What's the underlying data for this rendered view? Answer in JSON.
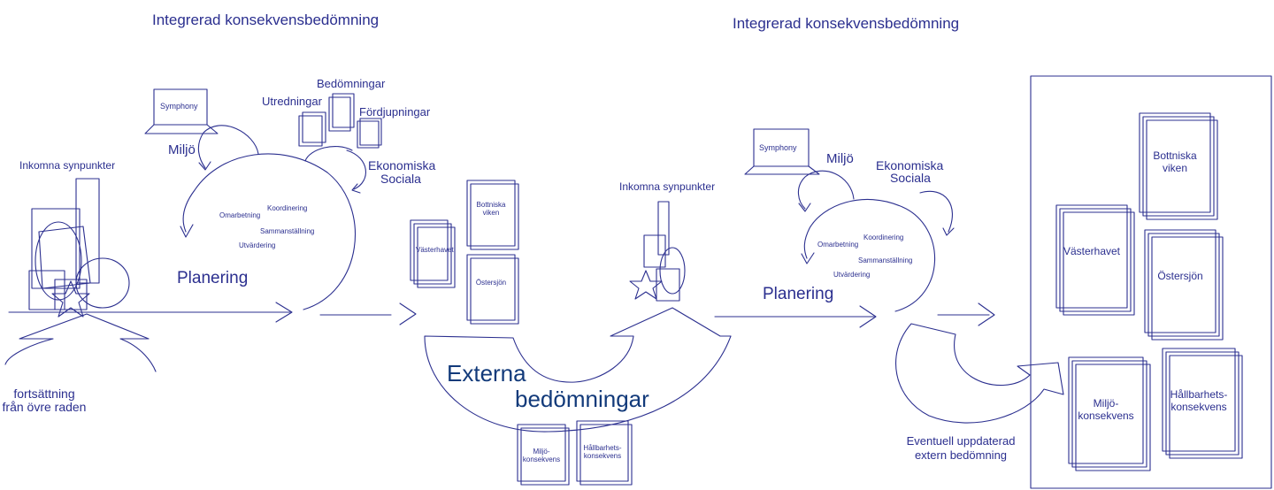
{
  "left": {
    "title": "Integrerad konsekvensbedömning",
    "symphony": "Symphony",
    "miljo": "Miljö",
    "utredningar": "Utredningar",
    "bedomningar": "Bedömningar",
    "fordjupningar": "Fördjupningar",
    "ekonomiska": "Ekonomiska",
    "sociala": "Sociala",
    "inkomna": "Inkomna synpunkter",
    "koordinering": "Koordinering",
    "omarbetning": "Omarbetning",
    "sammanstallning": "Sammanställning",
    "utvardering": "Utvärdering",
    "planering": "Planering",
    "continuation_line1": "fortsättning",
    "continuation_line2": "från övre raden"
  },
  "middle": {
    "vasterhavet": "Västerhavet",
    "bottniska_line1": "Bottniska",
    "bottniska_line2": "viken",
    "ostersjon": "Östersjön",
    "externa_line1": "Externa",
    "externa_line2": "bedömningar",
    "miljo_kons_line1": "Miljö-",
    "miljo_kons_line2": "konsekvens",
    "hallbarhets_line1": "Hållbarhets-",
    "hallbarhets_line2": "konsekvens",
    "inkomna": "Inkomna synpunkter"
  },
  "right": {
    "title": "Integrerad konsekvensbedömning",
    "symphony": "Symphony",
    "miljo": "Miljö",
    "ekonomiska": "Ekonomiska",
    "sociala": "Sociala",
    "koordinering": "Koordinering",
    "omarbetning": "Omarbetning",
    "sammanstallning": "Sammanställning",
    "utvardering": "Utvärdering",
    "planering": "Planering",
    "eventuell_line1": "Eventuell uppdaterad",
    "eventuell_line2": "extern bedömning",
    "bottniska_line1": "Bottniska",
    "bottniska_line2": "viken",
    "vasterhavet": "Västerhavet",
    "ostersjon": "Östersjön",
    "miljo_kons_line1": "Miljö-",
    "miljo_kons_line2": "konsekvens",
    "hallbarhets_line1": "Hållbarhets-",
    "hallbarhets_line2": "konsekvens"
  },
  "colors": {
    "ink": "#2b2f8f",
    "accent": "#123a7a",
    "background": "#ffffff"
  }
}
